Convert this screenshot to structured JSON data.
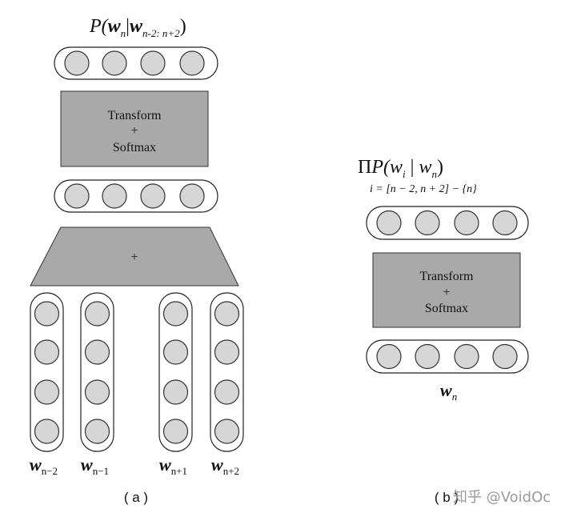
{
  "panel_a": {
    "top_formula": {
      "p": "P(",
      "w": "w",
      "sub_n": "n",
      "bar": "|",
      "w2": "w",
      "sub_range": "n-2: n+2",
      "close": ")"
    },
    "transform_box": {
      "line1": "Transform",
      "line2": "+",
      "line3": "Softmax"
    },
    "sum_box": {
      "label": "+"
    },
    "inputs": [
      {
        "w": "w",
        "sub": "n−2"
      },
      {
        "w": "w",
        "sub": "n−1"
      },
      {
        "w": "w",
        "sub": "n+1"
      },
      {
        "w": "w",
        "sub": "n+2"
      }
    ],
    "caption": "( a )"
  },
  "panel_b": {
    "top_formula": {
      "prod": "Π",
      "p": "P(",
      "w": "w",
      "sub_i": "i",
      "bar": " | ",
      "w2": "w",
      "sub_n": "n",
      "close": ")"
    },
    "index_formula": "i = [n − 2, n + 2] − {n}",
    "transform_box": {
      "line1": "Transform",
      "line2": "+",
      "line3": "Softmax"
    },
    "input": {
      "w": "w",
      "sub": "n"
    },
    "caption": "( b )"
  },
  "watermark": "知乎 @VoidOc",
  "colors": {
    "box_fill": "#a9a9a9",
    "node_fill": "#d6d6d6",
    "stroke": "#333333",
    "watermark": "#9a9a9a"
  }
}
